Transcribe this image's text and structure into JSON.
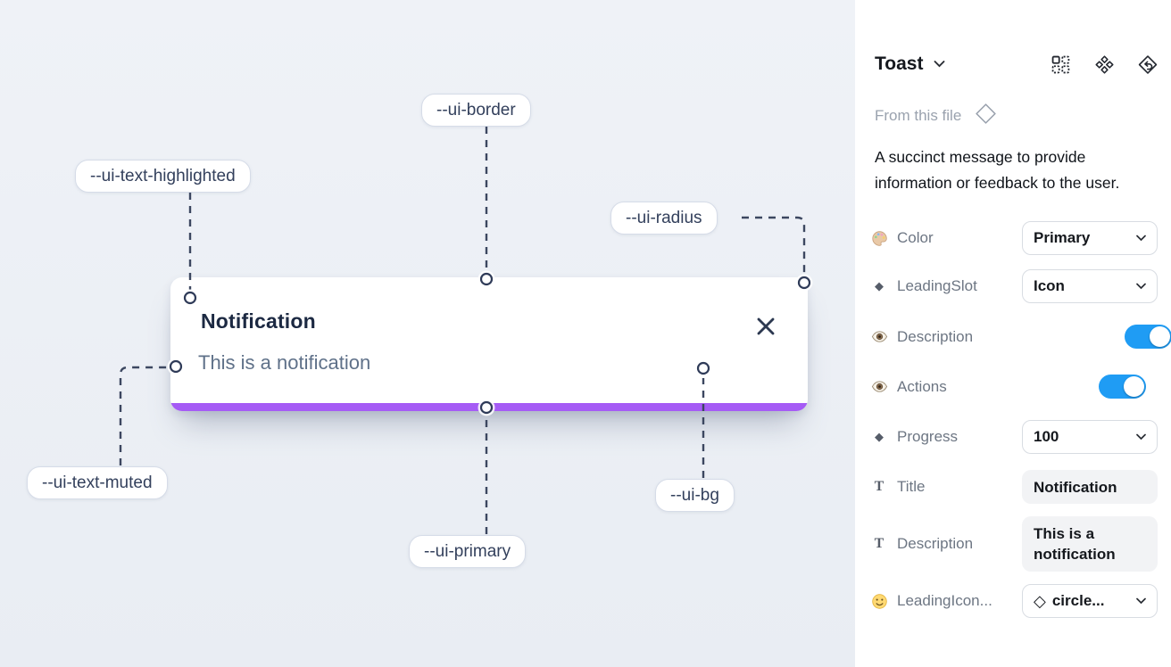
{
  "colors": {
    "ui_primary": "#a55bf5",
    "toggle_on": "#1f9cf4",
    "canvas_bg": "#eff2f7",
    "annotation_text": "#33405c"
  },
  "canvas": {
    "toast": {
      "title": "Notification",
      "description": "This is a notification",
      "close_icon": "close-icon",
      "progress_color": "#a55bf5"
    },
    "annotations": [
      {
        "label": "--ui-border"
      },
      {
        "label": "--ui-text-highlighted"
      },
      {
        "label": "--ui-radius"
      },
      {
        "label": "--ui-text-muted"
      },
      {
        "label": "--ui-primary"
      },
      {
        "label": "--ui-bg"
      }
    ]
  },
  "panel": {
    "title": "Toast",
    "title_chevron_icon": "chevron-down-icon",
    "header_icons": [
      "instance-grid-icon",
      "component-icon",
      "detach-instance-icon"
    ],
    "source_label": "From this file",
    "source_icon": "diamond-outline-icon",
    "description": "A succinct message to provide information or feedback to the user.",
    "properties": [
      {
        "label": "Color",
        "icon": "palette-icon",
        "type": "select",
        "value": "Primary"
      },
      {
        "label": "LeadingSlot",
        "icon": "diamond-icon",
        "type": "select",
        "value": "Icon"
      },
      {
        "label": "Description",
        "icon": "eye-icon",
        "type": "toggle",
        "value": true
      },
      {
        "label": "Actions",
        "icon": "eye-icon",
        "type": "toggle",
        "value": true
      },
      {
        "label": "Progress",
        "icon": "diamond-icon",
        "type": "select",
        "value": "100"
      },
      {
        "label": "Title",
        "icon": "text-icon",
        "type": "text",
        "value": "Notification"
      },
      {
        "label": "Description",
        "icon": "text-icon",
        "type": "text",
        "value": "This is a notification"
      },
      {
        "label": "LeadingIcon...",
        "icon": "smiley-icon",
        "type": "select",
        "value": "circle...",
        "value_icon": "diamond-outline-icon"
      }
    ]
  }
}
